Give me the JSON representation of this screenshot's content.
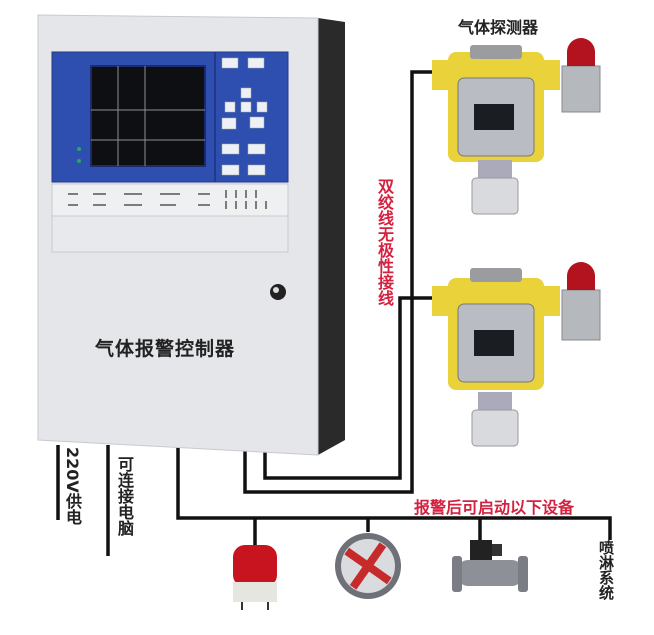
{
  "controller": {
    "label": "气体报警控制器"
  },
  "detectors": {
    "title": "气体探测器"
  },
  "wiring": {
    "label": "双绞线无极性接线"
  },
  "power": {
    "label": "220V供电"
  },
  "computer": {
    "label": "可连接电脑"
  },
  "outputs": {
    "label": "报警后可启动以下设备",
    "devices": [
      {
        "icon": "alarm-beacon-icon"
      },
      {
        "icon": "exhaust-fan-icon"
      },
      {
        "icon": "solenoid-valve-icon"
      },
      {
        "label": "喷淋系统"
      }
    ]
  },
  "colors": {
    "accent_red": "#d3213f",
    "panel_blue": "#2f4fb0",
    "cabinet": "#e4e6ea",
    "detector_yellow": "#e9d23a"
  }
}
